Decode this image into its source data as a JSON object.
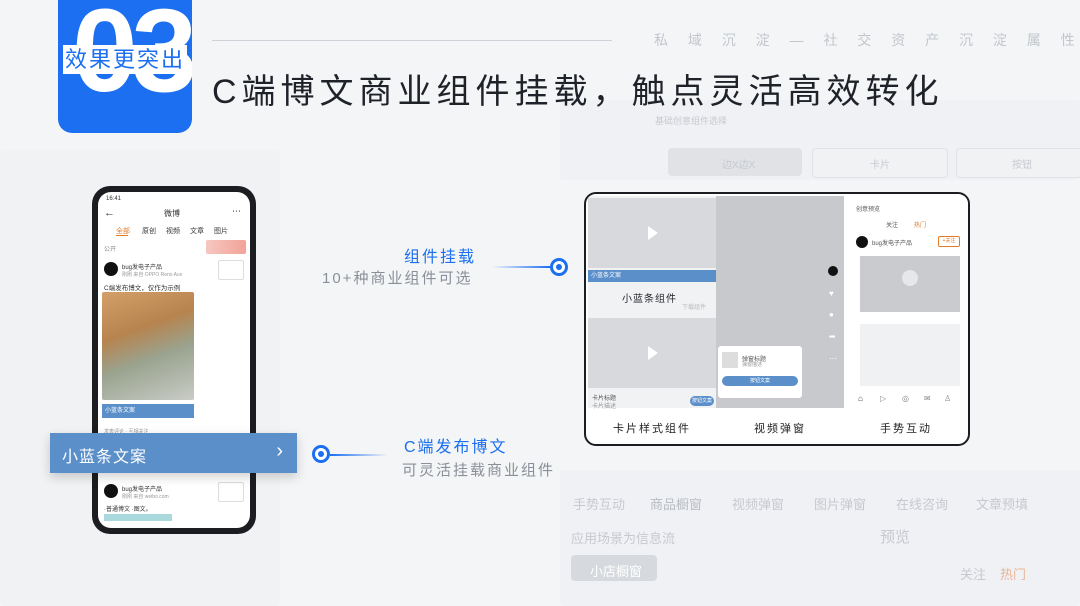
{
  "badge": {
    "big": "03",
    "label": "效果更突出"
  },
  "title": "C端博文商业组件挂载，触点灵活高效转化",
  "top_right": "私 域 沉 淀 — 社 交 资 产 沉 淀 属 性",
  "phone": {
    "status_time": "16:41",
    "nav_title": "微博",
    "tabs": [
      "全部",
      "原创",
      "视频",
      "文章",
      "图片"
    ],
    "visibility": "公开",
    "post_user": "bug发电子产品",
    "post_meta": "刚刚 来自 OPPO Reno Ace",
    "post_text": "C端发布博文，仅作为示例",
    "strip_text": "小蓝条文案",
    "comment_hint": "发表评论 · 互相关注",
    "post2_user": "bug发电子产品",
    "post2_meta": "刚刚 来自 weibo.com",
    "post2_text": "·普通博文 ·图文。"
  },
  "callout_bar": {
    "text": "小蓝条文案"
  },
  "labels": {
    "mount_title": "组件挂载",
    "mount_sub": "10+种商业组件可选",
    "publish_title": "C端发布博文",
    "publish_sub": "可灵活挂载商业组件"
  },
  "panel": {
    "sections": [
      {
        "caption": "卡片样式组件",
        "bar_text": "小蓝条文案",
        "big_text": "小蓝条组件",
        "sub_text": "下载组件",
        "card_title": "卡片标题",
        "card_sub": "卡片描述",
        "card_btn": "按钮文案"
      },
      {
        "caption": "视频弹窗",
        "popup_title": "弹窗标题",
        "popup_sub": "弹窗描述",
        "popup_btn": "按钮文案"
      },
      {
        "caption": "手势互动",
        "header": "创意预览",
        "tabs": [
          "关注",
          "热门"
        ],
        "user": "bug发电子产品",
        "btn": "+关注"
      }
    ]
  },
  "background": {
    "faint_labels": [
      "基础创意组件选择",
      "边X边X",
      "卡片",
      "按钮",
      "手势互动",
      "商品橱窗",
      "视频弹窗",
      "图片弹窗",
      "在线咨询",
      "文章预填",
      "应用场景为信息流",
      "预览",
      "小店橱窗",
      "关注",
      "热门"
    ]
  }
}
